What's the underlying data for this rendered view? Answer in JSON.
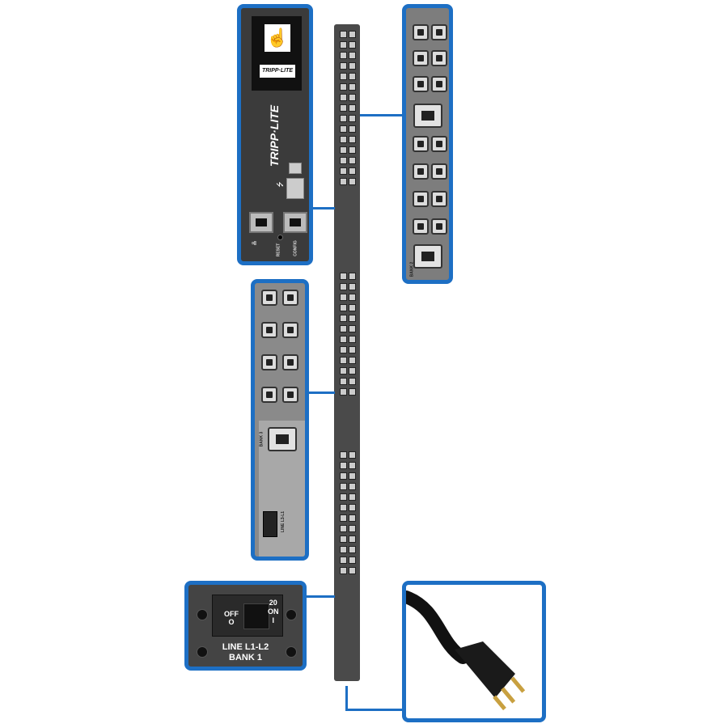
{
  "brand": "TRIPP·LITE",
  "controller": {
    "display_icon": "touch-hand-icon",
    "usb_icon": "usb-icon",
    "network_icon": "network-icon",
    "reset_label": "RESET",
    "config_label": "CONFIG"
  },
  "top_right_panel": {
    "bank_label": "BANK 2"
  },
  "middle_panel": {
    "bank_label": "BANK 3",
    "line_label": "LINE L3-L1"
  },
  "breaker": {
    "off_label": "OFF",
    "off_symbol": "O",
    "rating": "20",
    "on_label": "ON",
    "on_symbol": "I",
    "line_label": "LINE L1-L2",
    "bank_label": "BANK 1"
  },
  "colors": {
    "accent": "#1d6fc4",
    "panel_dark": "#3a3a3a",
    "panel_grey": "#8a8a8a"
  }
}
